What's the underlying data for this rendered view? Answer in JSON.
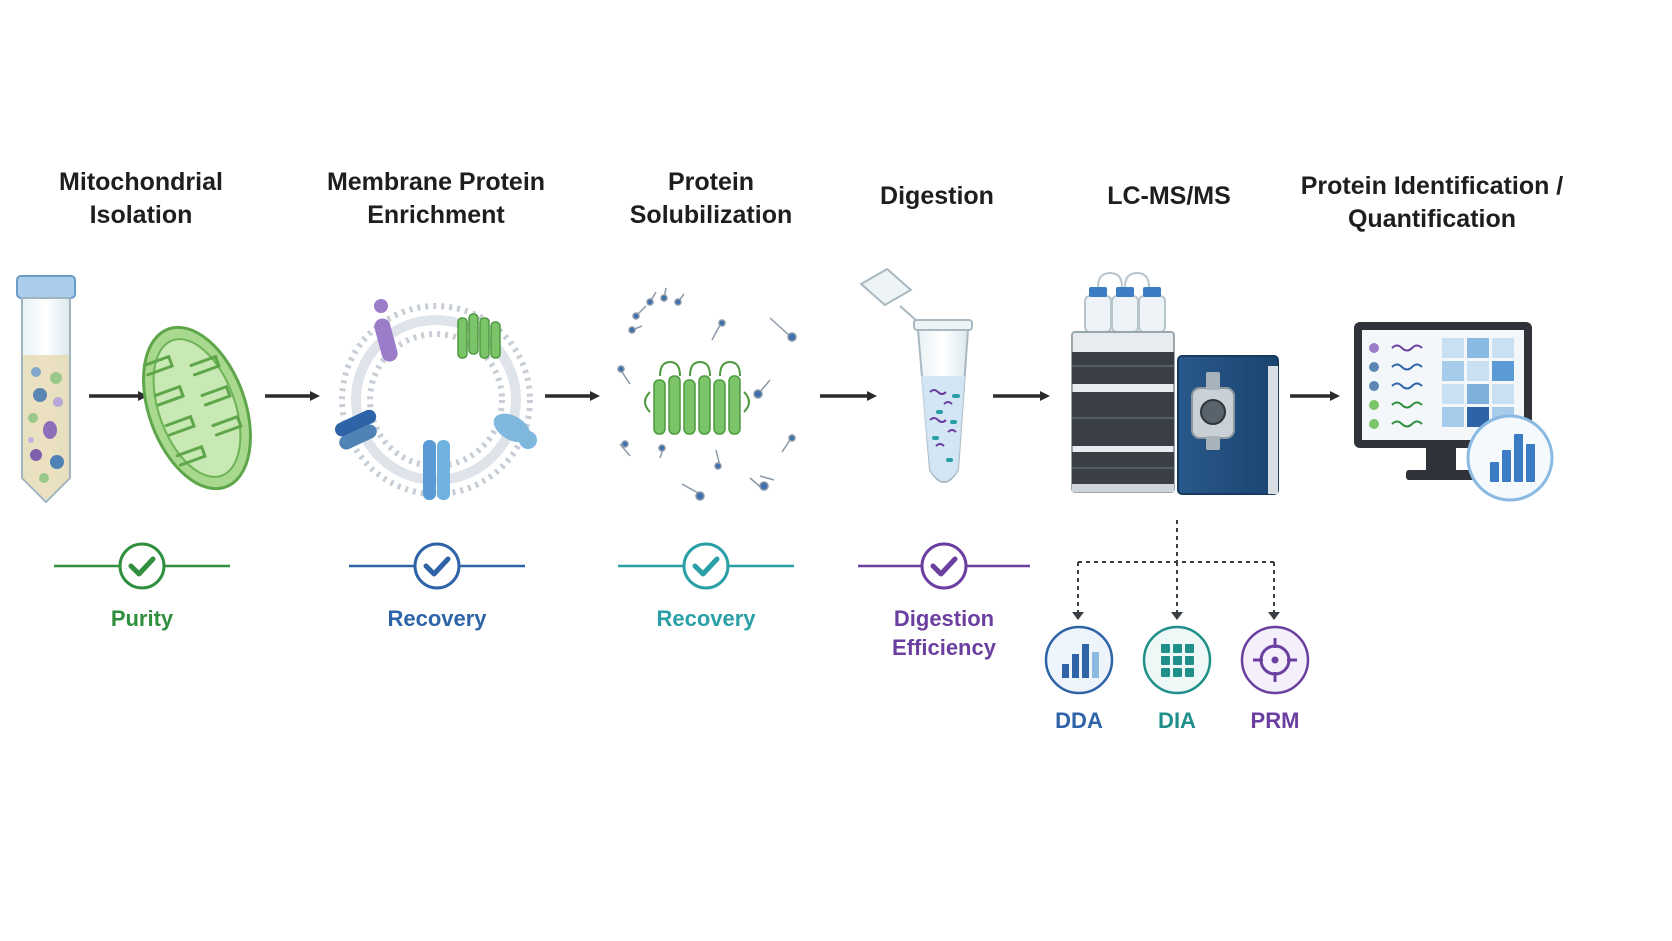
{
  "steps": [
    {
      "title_line1": "Mitochondrial",
      "title_line2": "Isolation",
      "icon": "tube-and-mitochondrion-icon"
    },
    {
      "title_line1": "Membrane Protein",
      "title_line2": "Enrichment",
      "icon": "membrane-vesicle-icon"
    },
    {
      "title_line1": "Protein",
      "title_line2": "Solubilization",
      "icon": "detergent-micelle-icon"
    },
    {
      "title_line1": "Digestion",
      "title_line2": "",
      "icon": "microcentrifuge-tube-icon"
    },
    {
      "title_line1": "LC-MS/MS",
      "title_line2": "",
      "icon": "lc-ms-instrument-icon"
    },
    {
      "title_line1": "Protein Identification /",
      "title_line2": "Quantification",
      "icon": "monitor-results-icon"
    }
  ],
  "quality_checks": [
    {
      "label_line1": "Purity",
      "label_line2": "",
      "color": "#2f8f3e"
    },
    {
      "label_line1": "Recovery",
      "label_line2": "",
      "color": "#2f63a8"
    },
    {
      "label_line1": "Recovery",
      "label_line2": "",
      "color": "#2aa0a6"
    },
    {
      "label_line1": "Digestion",
      "label_line2": "Efficiency",
      "color": "#6b3fa0"
    }
  ],
  "acquisition_modes": [
    {
      "label": "DDA",
      "color": "#2f63a8",
      "icon": "bar-chart-icon"
    },
    {
      "label": "DIA",
      "color": "#1f8f8a",
      "icon": "grid-icon"
    },
    {
      "label": "PRM",
      "color": "#6b3fa0",
      "icon": "target-icon"
    }
  ],
  "colors": {
    "title_text": "#1e1e1e",
    "arrow": "#2b2b2b",
    "mito_green": "#7cc46a",
    "instrument_blue": "#1f4e79"
  }
}
